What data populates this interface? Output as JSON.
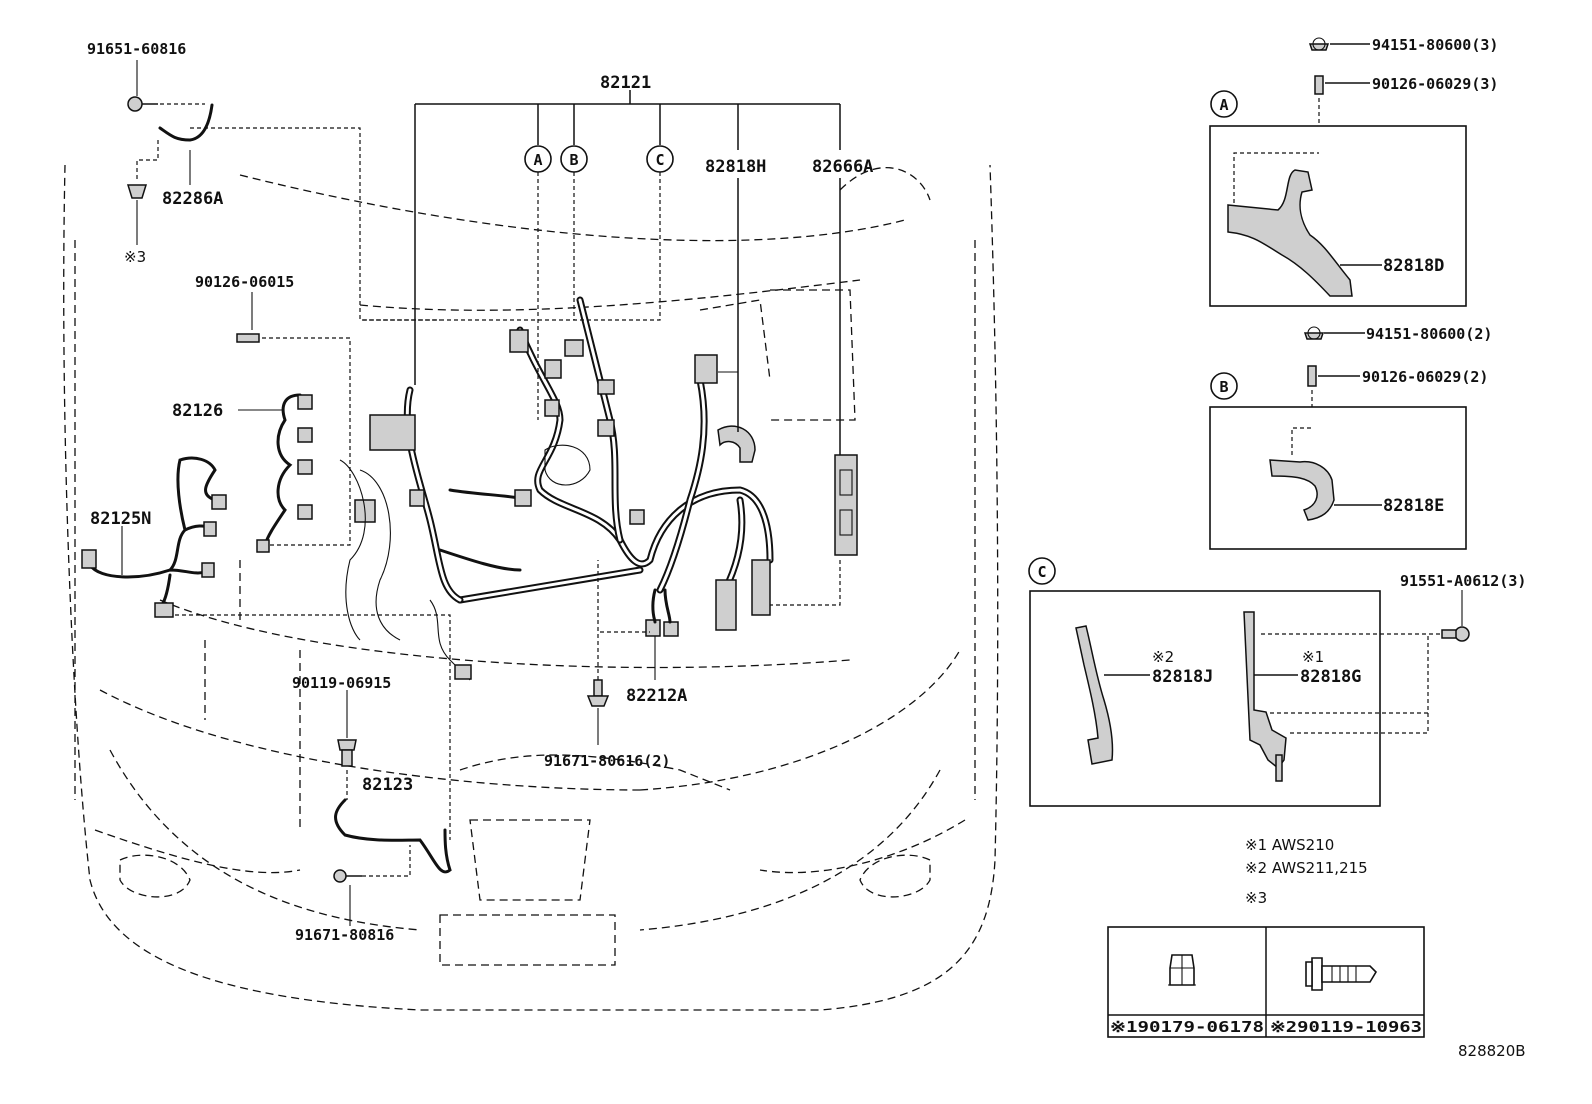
{
  "diagram_id": "828820B",
  "part_labels": {
    "p91651_60816": "91651-60816",
    "p82286A": "82286A",
    "note3_ref": "※3",
    "p90126_06015": "90126-06015",
    "p82126": "82126",
    "p82125N": "82125N",
    "p82121": "82121",
    "p82818H": "82818H",
    "p82666A": "82666A",
    "p90119_06915": "90119-06915",
    "p82123": "82123",
    "p91671_80816": "91671-80816",
    "p82212A": "82212A",
    "p91671_80616": "91671-80616(2)",
    "p94151_80600_3": "94151-80600(3)",
    "p90126_06029_3": "90126-06029(3)",
    "p82818D": "82818D",
    "p94151_80600_2": "94151-80600(2)",
    "p90126_06029_2": "90126-06029(2)",
    "p82818E": "82818E",
    "p91551_A0612": "91551-A0612(3)",
    "p82818J": "82818J",
    "p82818G": "82818G",
    "mark_x2": "※2",
    "mark_x1": "※1"
  },
  "callouts": {
    "a": "A",
    "b": "B",
    "c": "C"
  },
  "notes": {
    "n1": "※1 AWS210",
    "n2": "※2 AWS211,215",
    "n3": "※3"
  },
  "fastener_table": {
    "left": "※190179-06178",
    "right": "※290119-10963"
  }
}
